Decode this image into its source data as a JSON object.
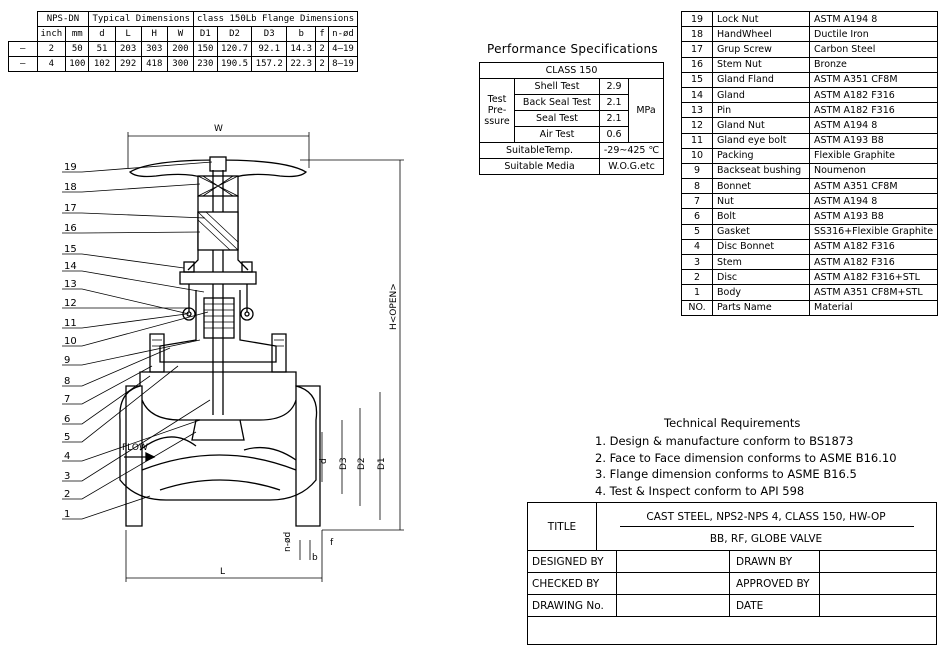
{
  "dimension_table": {
    "header1": [
      "NPS-DN",
      "Typical Dimensions",
      "class 150Lb Flange Dimensions"
    ],
    "header2": [
      "inch",
      "mm",
      "d",
      "L",
      "H",
      "W",
      "D1",
      "D2",
      "D3",
      "b",
      "f",
      "n-ød"
    ],
    "rows": [
      [
        "–",
        "2",
        "50",
        "51",
        "203",
        "303",
        "200",
        "150",
        "120.7",
        "92.1",
        "14.3",
        "2",
        "4–19"
      ],
      [
        "–",
        "4",
        "100",
        "102",
        "292",
        "418",
        "300",
        "230",
        "190.5",
        "157.2",
        "22.3",
        "2",
        "8–19"
      ]
    ]
  },
  "performance": {
    "title": "Performance Specifications",
    "class_label": "CLASS 150",
    "group_label_lines": [
      "Test",
      "Pre-",
      "ssure"
    ],
    "tests": [
      {
        "name": "Shell Test",
        "value": "2.9"
      },
      {
        "name": "Back Seal Test",
        "value": "2.1"
      },
      {
        "name": "Seal Test",
        "value": "2.1"
      },
      {
        "name": "Air Test",
        "value": "0.6"
      }
    ],
    "unit": "MPa",
    "temp_label": "SuitableTemp.",
    "temp_value": "-29~425 ℃",
    "media_label": "Suitable Media",
    "media_value": "W.O.G.etc"
  },
  "parts": {
    "rows": [
      {
        "no": "19",
        "name": "Lock Nut",
        "material": "ASTM A194 8"
      },
      {
        "no": "18",
        "name": "HandWheel",
        "material": "Ductile Iron"
      },
      {
        "no": "17",
        "name": "Grup Screw",
        "material": "Carbon Steel"
      },
      {
        "no": "16",
        "name": "Stem Nut",
        "material": "Bronze"
      },
      {
        "no": "15",
        "name": "Gland Fland",
        "material": "ASTM A351 CF8M"
      },
      {
        "no": "14",
        "name": "Gland",
        "material": "ASTM A182 F316"
      },
      {
        "no": "13",
        "name": "Pin",
        "material": "ASTM A182 F316"
      },
      {
        "no": "12",
        "name": "Gland Nut",
        "material": "ASTM A194 8"
      },
      {
        "no": "11",
        "name": "Gland eye bolt",
        "material": "ASTM A193 B8"
      },
      {
        "no": "10",
        "name": "Packing",
        "material": "Flexible Graphite"
      },
      {
        "no": "9",
        "name": "Backseat bushing",
        "material": "Noumenon"
      },
      {
        "no": "8",
        "name": "Bonnet",
        "material": "ASTM A351 CF8M"
      },
      {
        "no": "7",
        "name": "Nut",
        "material": "ASTM A194 8"
      },
      {
        "no": "6",
        "name": "Bolt",
        "material": "ASTM A193 B8"
      },
      {
        "no": "5",
        "name": "Gasket",
        "material": "SS316+Flexible Graphite"
      },
      {
        "no": "4",
        "name": "Disc Bonnet",
        "material": "ASTM A182 F316"
      },
      {
        "no": "3",
        "name": "Stem",
        "material": "ASTM A182 F316"
      },
      {
        "no": "2",
        "name": "Disc",
        "material": "ASTM A182 F316+STL"
      },
      {
        "no": "1",
        "name": "Body",
        "material": "ASTM A351 CF8M+STL"
      }
    ],
    "header": {
      "no": "NO.",
      "name": "Parts Name",
      "material": "Material"
    }
  },
  "technical": {
    "title": "Technical Requirements",
    "items": [
      "1. Design & manufacture conform to BS1873",
      "2. Face to Face dimension conforms to ASME B16.10",
      "3. Flange dimension conforms to ASME B16.5",
      "4. Test & Inspect conform to API 598"
    ]
  },
  "title_block": {
    "title_label": "TITLE",
    "title_line1": "CAST STEEL, NPS2-NPS 4, CLASS 150, HW-OP",
    "title_line2": "BB, RF, GLOBE VALVE",
    "designed_by": "DESIGNED BY",
    "drawn_by": "DRAWN BY",
    "checked_by": "CHECKED  BY",
    "approved_by": "APPROVED BY",
    "drawing_no": "DRAWING No.",
    "date": "DATE"
  },
  "drawing": {
    "callouts": [
      "19",
      "18",
      "17",
      "16",
      "15",
      "14",
      "13",
      "12",
      "11",
      "10",
      "9",
      "8",
      "7",
      "6",
      "5",
      "4",
      "3",
      "2",
      "1"
    ],
    "labels": {
      "w": "W",
      "l": "L",
      "h": "H<OPEN>",
      "d": "d",
      "d3": "D3",
      "d2": "D2",
      "d1": "D1",
      "nd": "n-ød",
      "b": "b",
      "f": "f",
      "flow": "FLOW"
    }
  }
}
